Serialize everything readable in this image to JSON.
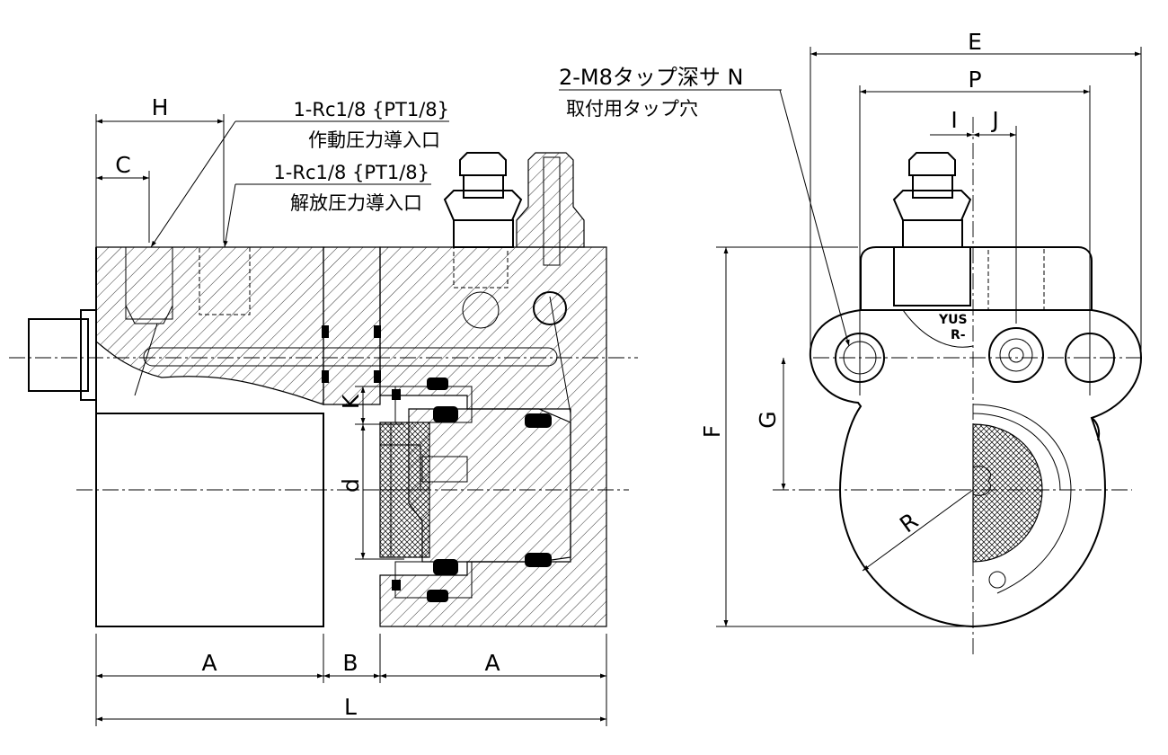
{
  "dimensions": {
    "A_left": "A",
    "B": "B",
    "A_right": "A",
    "L": "L",
    "H": "H",
    "C": "C",
    "K": "K",
    "d": "d",
    "E": "E",
    "P": "P",
    "I": "I",
    "J": "J",
    "F": "F",
    "G": "G",
    "R": "R"
  },
  "notes": {
    "port1_spec": "1-Rc1/8 {PT1/8}",
    "port1_name": "作動圧力導入口",
    "port2_spec": "1-Rc1/8 {PT1/8}",
    "port2_name": "解放圧力導入口",
    "tap_spec": "2-M8タップ深サ N",
    "tap_name": "取付用タップ穴"
  },
  "marking": {
    "line1": "YUS",
    "line2": "R-"
  }
}
